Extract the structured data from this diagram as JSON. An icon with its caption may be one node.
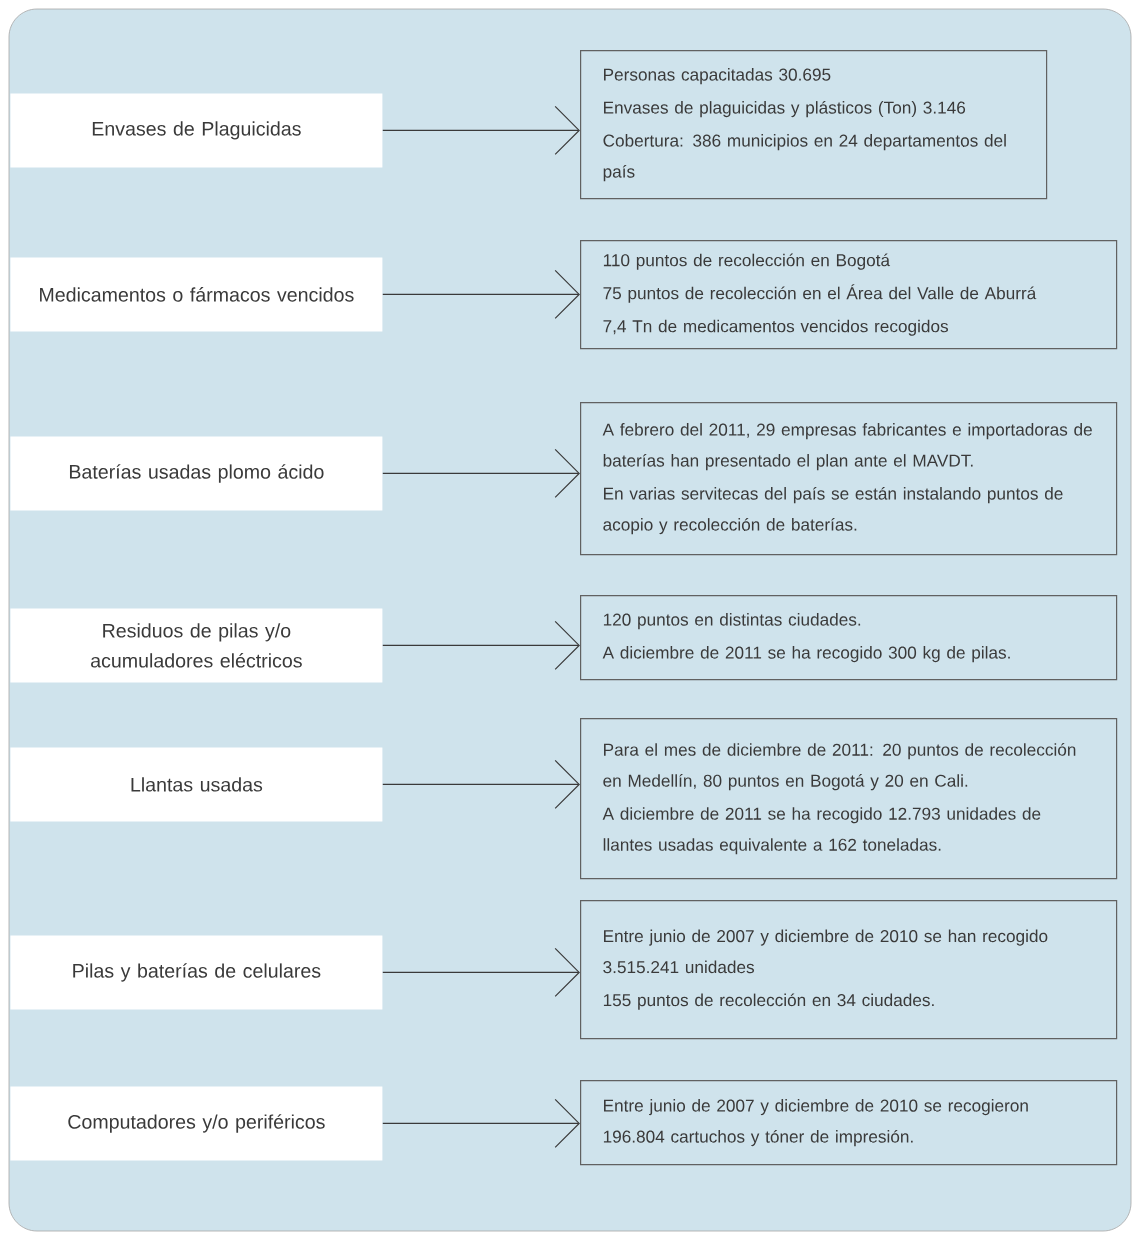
{
  "diagram": {
    "nodes": [
      {
        "text": [
          "Envases de Plaguicidas"
        ]
      },
      {
        "text": [
          "Personas capacitadas 30.695",
          "Envases de plaguicidas y plásticos (Ton) 3.146",
          "Cobertura: 386 municipios en 24 departamentos del país"
        ]
      },
      {
        "text": [
          "Medicamentos o fármacos vencidos"
        ]
      },
      {
        "text": [
          "110 puntos de recolección en Bogotá",
          "75 puntos de recolección en el Área del Valle de Aburrá",
          "7,4 Tn de medicamentos vencidos recogidos"
        ]
      },
      {
        "text": [
          "Baterías usadas plomo ácido"
        ]
      },
      {
        "text": [
          "A febrero del 2011, 29 empresas fabricantes e importadoras de baterías han presentado el plan ante el MAVDT.",
          "En varias servitecas del país se están instalando puntos de acopio y recolección de baterías."
        ]
      },
      {
        "text": [
          "Residuos de pilas y/o acumuladores eléctricos"
        ]
      },
      {
        "text": [
          "120 puntos en distintas ciudades.",
          "A diciembre de 2011 se ha recogido 300 kg de pilas."
        ]
      },
      {
        "text": [
          "Llantas usadas"
        ]
      },
      {
        "text": [
          "Para el mes de diciembre de 2011: 20 puntos de recolección en Medellín, 80 puntos en Bogotá y 20 en Cali.",
          "A diciembre de 2011 se ha recogido 12.793 unidades de llantes usadas equivalente a 162 toneladas."
        ]
      },
      {
        "text": [
          "Pilas y baterías de celulares"
        ]
      },
      {
        "text": [
          "Entre junio de 2007 y diciembre de 2010 se han recogido 3.515.241 unidades",
          "155 puntos de recolección en 34 ciudades."
        ]
      },
      {
        "text": [
          "Computadores y/o periféricos"
        ]
      },
      {
        "text": [
          "Entre junio de 2007 y diciembre de 2010 se recogieron 196.804 cartuchos y tóner de impresión."
        ]
      }
    ],
    "edges": [
      {
        "from": 0,
        "to": 1,
        "arrow": "to"
      },
      {
        "from": 2,
        "to": 3,
        "arrow": "to"
      },
      {
        "from": 4,
        "to": 5,
        "arrow": "to"
      },
      {
        "from": 6,
        "to": 7,
        "arrow": "to"
      },
      {
        "from": 8,
        "to": 9,
        "arrow": "to"
      },
      {
        "from": 10,
        "to": 11,
        "arrow": "to"
      },
      {
        "from": 12,
        "to": 13,
        "arrow": "to"
      }
    ]
  }
}
